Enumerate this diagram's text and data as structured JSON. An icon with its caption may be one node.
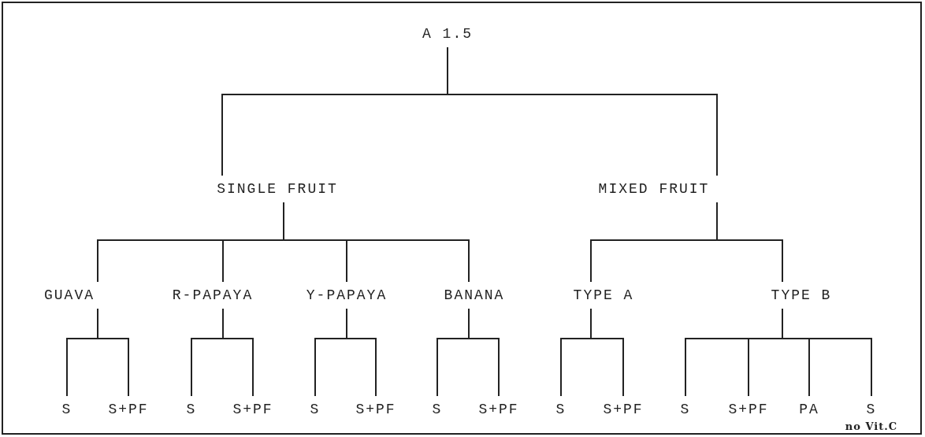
{
  "diagram": {
    "nodes": [
      {
        "text": [
          "A 1.5"
        ]
      },
      {
        "text": [
          "SINGLE FRUIT"
        ]
      },
      {
        "text": [
          "MIXED FRUIT"
        ]
      },
      {
        "text": [
          "GUAVA"
        ]
      },
      {
        "text": [
          "R-PAPAYA"
        ]
      },
      {
        "text": [
          "Y-PAPAYA"
        ]
      },
      {
        "text": [
          "BANANA"
        ]
      },
      {
        "text": [
          "TYPE A"
        ]
      },
      {
        "text": [
          "TYPE B"
        ]
      },
      {
        "text": [
          "S"
        ]
      },
      {
        "text": [
          "S+PF"
        ]
      },
      {
        "text": [
          "S"
        ]
      },
      {
        "text": [
          "S+PF"
        ]
      },
      {
        "text": [
          "S"
        ]
      },
      {
        "text": [
          "S+PF"
        ]
      },
      {
        "text": [
          "S"
        ]
      },
      {
        "text": [
          "S+PF"
        ]
      },
      {
        "text": [
          "S"
        ]
      },
      {
        "text": [
          "S+PF"
        ]
      },
      {
        "text": [
          "S"
        ]
      },
      {
        "text": [
          "S+PF"
        ]
      },
      {
        "text": [
          "PA"
        ]
      },
      {
        "text": [
          "S"
        ],
        "beside": [
          "no Vit.C"
        ]
      }
    ],
    "edges": [
      {
        "from": 0,
        "to": 1,
        "arrow": "none"
      },
      {
        "from": 0,
        "to": 2,
        "arrow": "none"
      },
      {
        "from": 1,
        "to": 3,
        "arrow": "none"
      },
      {
        "from": 1,
        "to": 4,
        "arrow": "none"
      },
      {
        "from": 1,
        "to": 5,
        "arrow": "none"
      },
      {
        "from": 1,
        "to": 6,
        "arrow": "none"
      },
      {
        "from": 2,
        "to": 7,
        "arrow": "none"
      },
      {
        "from": 2,
        "to": 8,
        "arrow": "none"
      },
      {
        "from": 3,
        "to": 9,
        "arrow": "none"
      },
      {
        "from": 3,
        "to": 10,
        "arrow": "none"
      },
      {
        "from": 4,
        "to": 11,
        "arrow": "none"
      },
      {
        "from": 4,
        "to": 12,
        "arrow": "none"
      },
      {
        "from": 5,
        "to": 13,
        "arrow": "none"
      },
      {
        "from": 5,
        "to": 14,
        "arrow": "none"
      },
      {
        "from": 6,
        "to": 15,
        "arrow": "none"
      },
      {
        "from": 6,
        "to": 16,
        "arrow": "none"
      },
      {
        "from": 7,
        "to": 17,
        "arrow": "none"
      },
      {
        "from": 7,
        "to": 18,
        "arrow": "none"
      },
      {
        "from": 8,
        "to": 19,
        "arrow": "none"
      },
      {
        "from": 8,
        "to": 20,
        "arrow": "none"
      },
      {
        "from": 8,
        "to": 21,
        "arrow": "none"
      },
      {
        "from": 8,
        "to": 22,
        "arrow": "none"
      }
    ]
  }
}
